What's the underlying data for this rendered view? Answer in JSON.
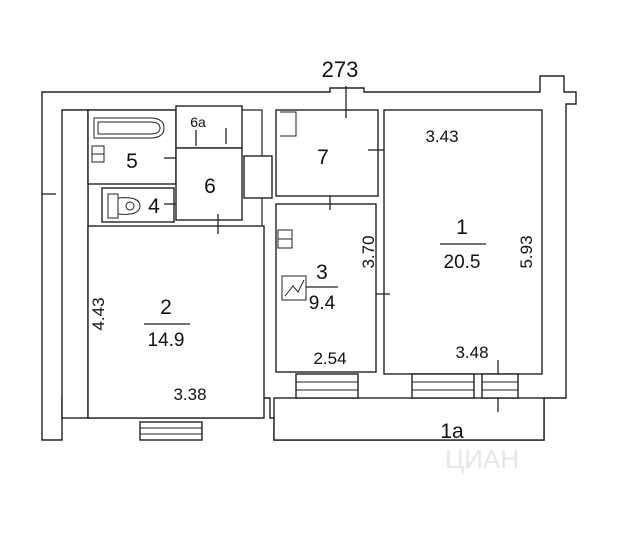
{
  "plan": {
    "apartment_number": "273",
    "marker_color": "#d0193a",
    "wall_fill": "#ffffff",
    "wall_stroke": "#222222",
    "rooms": [
      {
        "id": "1",
        "number": "1",
        "area": "20.5"
      },
      {
        "id": "1a",
        "number": "1a"
      },
      {
        "id": "2",
        "number": "2",
        "area": "14.9"
      },
      {
        "id": "3",
        "number": "3",
        "area": "9.4"
      },
      {
        "id": "4",
        "number": "4"
      },
      {
        "id": "5",
        "number": "5"
      },
      {
        "id": "6",
        "number": "6"
      },
      {
        "id": "6a",
        "number": "6а"
      },
      {
        "id": "7",
        "number": "7"
      }
    ],
    "dimensions": {
      "room1_width": "3.43",
      "room1_height": "5.93",
      "room1_bottom": "3.48",
      "room2_height": "4.43",
      "room2_width": "3.38",
      "room3_height": "3.70",
      "room3_width": "2.54"
    },
    "watermark": "ЦИАН"
  }
}
